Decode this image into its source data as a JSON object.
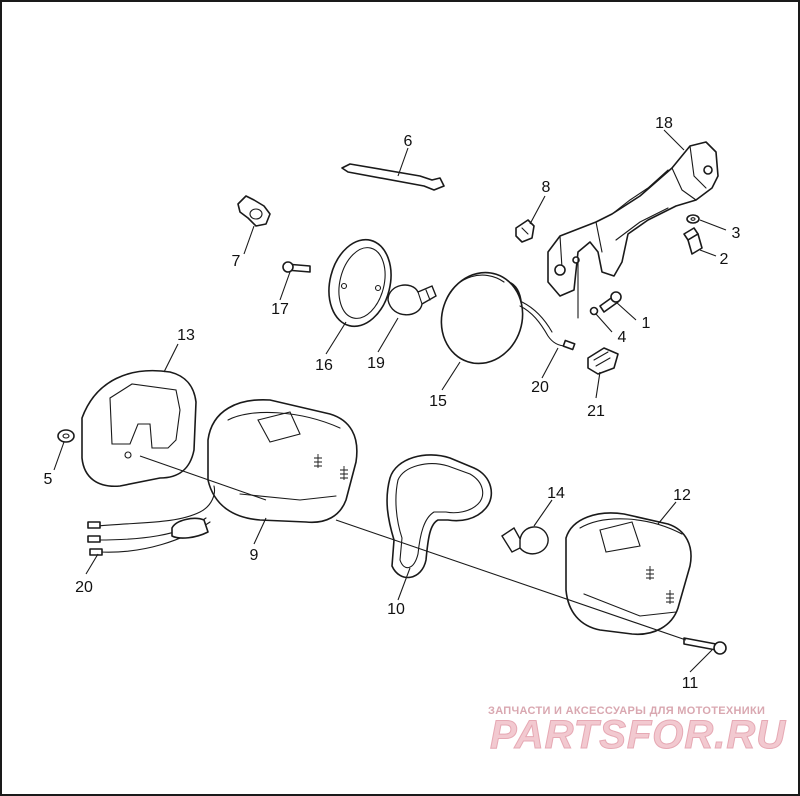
{
  "callouts": [
    "1",
    "2",
    "3",
    "4",
    "5",
    "6",
    "7",
    "8",
    "9",
    "10",
    "11",
    "12",
    "13",
    "14",
    "15",
    "16",
    "17",
    "18",
    "19",
    "20",
    "20",
    "21"
  ],
  "watermark": {
    "tagline": "ЗАПЧАСТИ И АКСЕССУАРЫ ДЛЯ МОТОТЕХНИКИ",
    "logo": "PARTSFOR.RU"
  }
}
